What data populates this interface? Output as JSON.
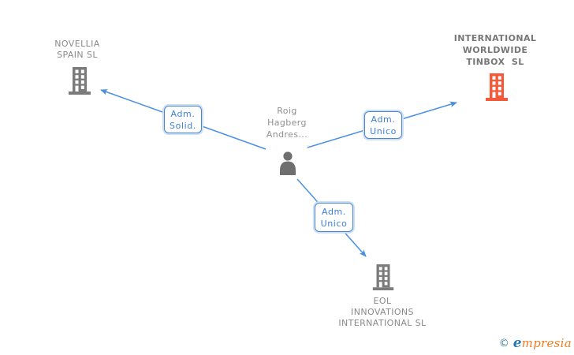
{
  "person": {
    "name_lines": [
      "Roig",
      "Hagberg",
      "Andres..."
    ]
  },
  "companies": {
    "novellia": {
      "name_lines": [
        "NOVELLIA",
        "SPAIN SL"
      ]
    },
    "tinbox": {
      "name_lines": [
        "INTERNATIONAL",
        "WORLDWIDE",
        "TINBOX  SL"
      ]
    },
    "eol": {
      "name_lines": [
        "EOL",
        "INNOVATIONS",
        "INTERNATIONAL SL"
      ]
    }
  },
  "relations": {
    "to_novellia": {
      "label_lines": [
        "Adm.",
        "Solid."
      ]
    },
    "to_tinbox": {
      "label_lines": [
        "Adm.",
        "Unico"
      ]
    },
    "to_eol": {
      "label_lines": [
        "Adm.",
        "Unico"
      ]
    }
  },
  "colors": {
    "arrow_line": "#4a90e2",
    "relation_box_border": "#4a87cf",
    "relation_box_text": "#3d7fd9",
    "building_gray": "#7b7b7b",
    "building_orange": "#f4593a",
    "person_icon_gray": "#6f6f6f",
    "company_label_gray": "#8a8a8a"
  },
  "footer": {
    "copyright_symbol": "©",
    "brand_first_letter": "e",
    "brand_rest": "mpresia"
  }
}
